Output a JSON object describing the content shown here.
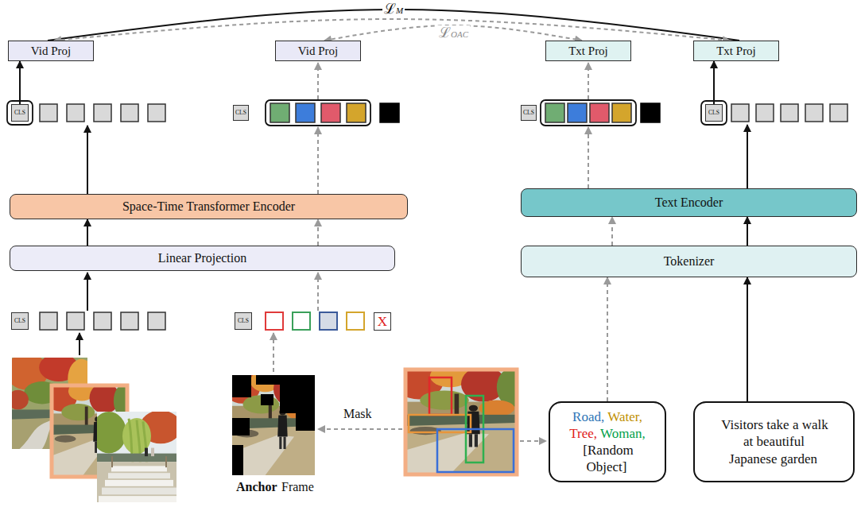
{
  "diagram": {
    "nodes": [
      {
        "text": [
          "Vid Proj"
        ]
      },
      {
        "text": [
          "Vid Proj"
        ]
      },
      {
        "text": [
          "Txt Proj"
        ]
      },
      {
        "text": [
          "Txt Proj"
        ]
      },
      {
        "text": [
          "CLS"
        ]
      },
      {
        "text": [
          "CLS"
        ]
      },
      {
        "text": [
          "CLS"
        ]
      },
      {
        "text": [
          "CLS"
        ]
      },
      {
        "text": [
          "Space-Time Transformer Encoder"
        ]
      },
      {
        "text": [
          "Text Encoder"
        ]
      },
      {
        "text": [
          "Linear Projection"
        ]
      },
      {
        "text": [
          "Tokenizer"
        ]
      },
      {
        "text": [
          "CLS"
        ]
      },
      {
        "text": [
          "CLS"
        ]
      },
      {
        "text": [
          "X"
        ]
      },
      {
        "text": [
          "Road,",
          "Water,",
          "Tree,",
          "Woman,",
          "[Random Object]"
        ]
      },
      {
        "text": [
          "Visitors take a walk at beautiful Japanese garden"
        ]
      }
    ],
    "edges": [
      {
        "from": 0,
        "to": 3,
        "arrow": "none",
        "label": "ℒM"
      },
      {
        "from": 0,
        "to": 3,
        "arrow": "both"
      },
      {
        "from": 1,
        "to": 2,
        "arrow": "both",
        "label": "ℒOAC"
      },
      {
        "from": 4,
        "to": 0,
        "arrow": "to"
      },
      {
        "from": 7,
        "to": 3,
        "arrow": "to"
      },
      {
        "from": 10,
        "to": 8,
        "arrow": "to"
      },
      {
        "from": 10,
        "to": 8,
        "arrow": "to"
      },
      {
        "from": 11,
        "to": 9,
        "arrow": "to"
      },
      {
        "from": 11,
        "to": 9,
        "arrow": "to"
      },
      {
        "from": 15,
        "to": 11,
        "arrow": "to"
      },
      {
        "from": 16,
        "to": 11,
        "arrow": "to"
      }
    ],
    "labels": [
      "Mask",
      "Anchor",
      "Frame"
    ]
  }
}
